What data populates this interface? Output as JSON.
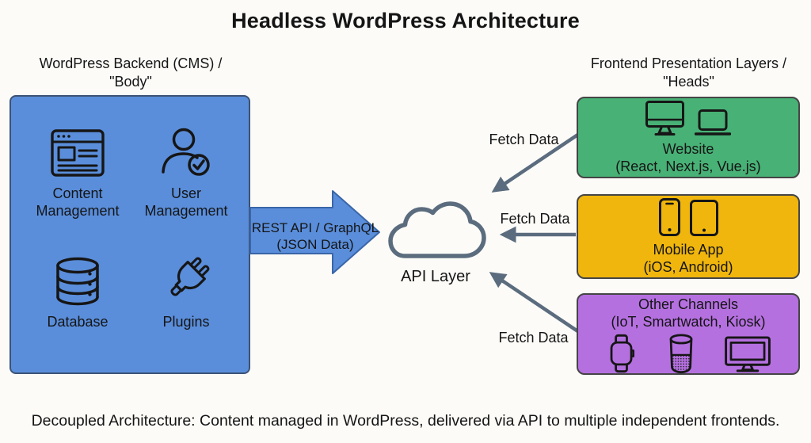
{
  "title": "Headless WordPress Architecture",
  "backend": {
    "heading_line1": "WordPress Backend (CMS) /",
    "heading_line2": "\"Body\"",
    "box_color": "#5a8edb",
    "items": [
      {
        "label": "Content Management",
        "icon": "browser-window-icon"
      },
      {
        "label": "User Management",
        "icon": "user-check-icon"
      },
      {
        "label": "Database",
        "icon": "database-icon"
      },
      {
        "label": "Plugins",
        "icon": "plug-icon"
      }
    ]
  },
  "api_arrow": {
    "label_line1": "REST API / GraphQL",
    "label_line2": "(JSON Data)",
    "color": "#5a8edb"
  },
  "api_layer": {
    "label": "API Layer",
    "icon": "cloud-icon",
    "outline_color": "#5b6c7e"
  },
  "frontend": {
    "heading_line1": "Frontend Presentation Layers /",
    "heading_line2": "\"Heads\"",
    "boxes": [
      {
        "title": "Website",
        "subtitle": "(React, Next.js, Vue.js)",
        "color": "#48b176",
        "icons": [
          "desktop-icon",
          "laptop-icon"
        ]
      },
      {
        "title": "Mobile App",
        "subtitle": "(iOS, Android)",
        "color": "#f0b60d",
        "icons": [
          "smartphone-icon",
          "tablet-icon"
        ]
      },
      {
        "title": "Other Channels",
        "subtitle": "(IoT, Smartwatch, Kiosk)",
        "color": "#b570e0",
        "icons": [
          "smartwatch-icon",
          "smart-speaker-icon",
          "kiosk-icon"
        ]
      }
    ]
  },
  "arrows": {
    "color": "#5b6c7e",
    "fetch_label_top": "Fetch Data",
    "fetch_label_middle": "Fetch Data",
    "fetch_label_bottom": "Fetch Data"
  },
  "caption": "Decoupled Architecture: Content managed in WordPress, delivered via API to multiple independent frontends."
}
